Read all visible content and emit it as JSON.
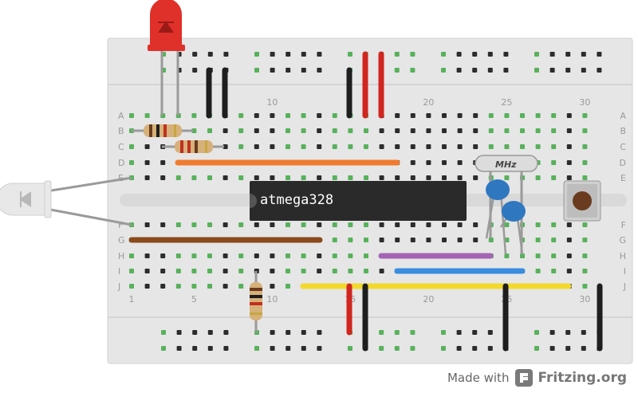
{
  "diagram": {
    "row_letters": [
      "A",
      "B",
      "C",
      "D",
      "E",
      "F",
      "G",
      "H",
      "I",
      "J"
    ],
    "column_numbers_top": [
      "10",
      "20",
      "25",
      "30"
    ],
    "column_numbers_bottom": [
      "1",
      "5",
      "10",
      "15",
      "20",
      "25",
      "30"
    ],
    "components": {
      "chip_label": "atmega328",
      "crystal_label": "MHz"
    }
  },
  "footer": {
    "made_with": "Made with",
    "brand": "Fritzing.org"
  },
  "colors": {
    "board": "#e6e6e6",
    "hole": "#2c2c2c",
    "hole_connected": "#58b15b",
    "wire_red": "#d0261f",
    "wire_black": "#1e1e1e",
    "wire_orange": "#f07a2e",
    "wire_brown": "#8a4a1c",
    "wire_purple": "#a464b4",
    "wire_blue": "#3a8de0",
    "wire_yellow": "#f4d82c",
    "capacitor": "#2f78c0",
    "led_red": "#e0302a",
    "led_clear": "#e8e8e8"
  }
}
